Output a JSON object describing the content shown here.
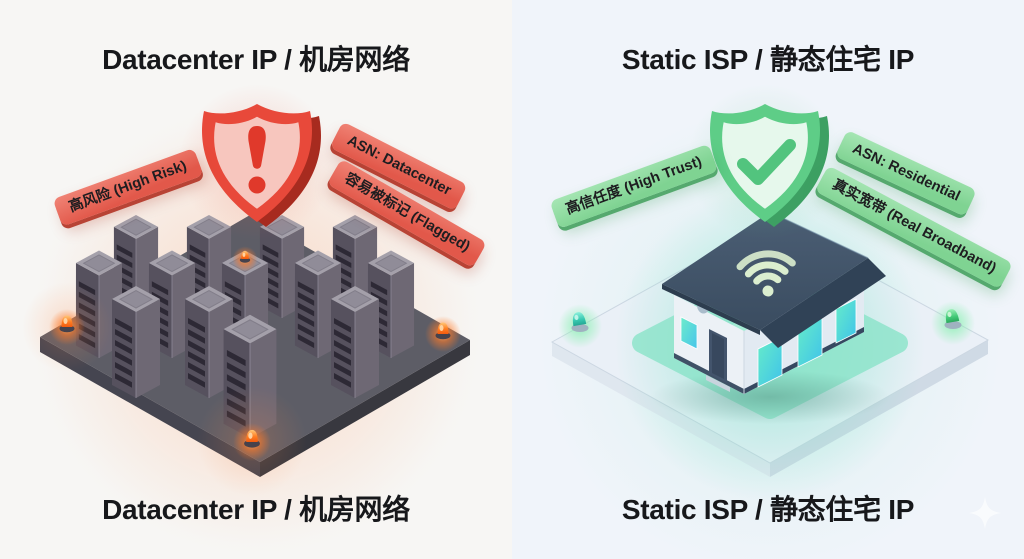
{
  "left_panel": {
    "title_top": "Datacenter IP / 机房网络",
    "title_bottom": "Datacenter IP / 机房网络",
    "banners": {
      "high_risk": "高风险 (High Risk)",
      "asn": "ASN: Datacenter",
      "flagged": "容易被标记 (Flagged)"
    },
    "accent_color": "#e2584a",
    "shield": "warning-shield-exclamation",
    "scene": "isometric-server-rack-grid-with-orange-alarm-lights"
  },
  "right_panel": {
    "title_top": "Static ISP / 静态住宅 IP",
    "title_bottom": "Static ISP / 静态住宅 IP",
    "banners": {
      "high_trust": "高信任度 (High Trust)",
      "asn": "ASN: Residential",
      "broadband": "真实宽带 (Real Broadband)"
    },
    "accent_color": "#7fd392",
    "shield": "check-shield",
    "scene": "isometric-house-with-wifi-and-green-lights"
  }
}
